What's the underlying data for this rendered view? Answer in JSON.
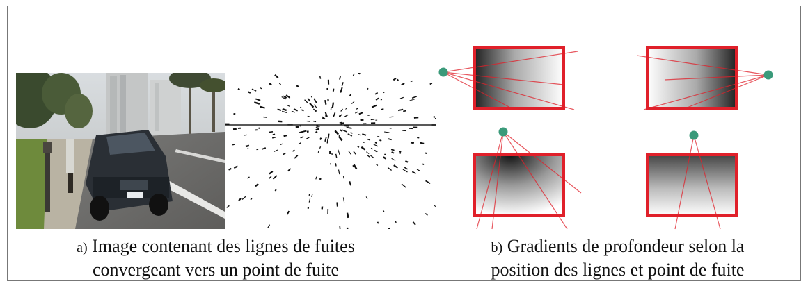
{
  "captions": {
    "a": {
      "tag": "a)",
      "line1": "Image contenant des lignes de fuites",
      "line2": "convergeant vers un point de fuite"
    },
    "b": {
      "tag": "b)",
      "line1": "Gradients de profondeur selon la",
      "line2": "position des lignes et point de fuite"
    }
  },
  "colors": {
    "frame_red": "#e0202a",
    "vanishing_point": "#3a9a7a"
  }
}
